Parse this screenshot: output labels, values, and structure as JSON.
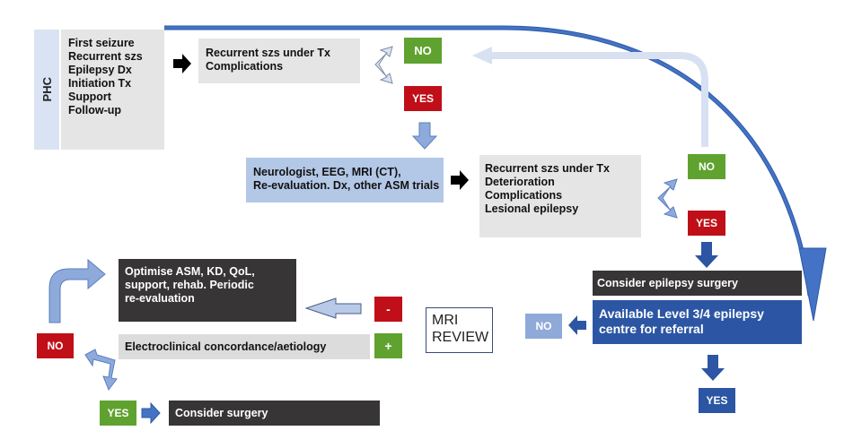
{
  "phc": {
    "label": "PHC",
    "items": [
      "First seizure",
      "Recurrent szs",
      "Epilepsy Dx",
      "Initiation Tx",
      "Support",
      "Follow-up"
    ]
  },
  "step1": {
    "lines": [
      "Recurrent szs under Tx",
      "Complications"
    ],
    "no_label": "NO",
    "yes_label": "YES"
  },
  "step2": {
    "lines": [
      "Neurologist, EEG, MRI (CT),",
      "Re-evaluation. Dx, other ASM trials"
    ]
  },
  "step3": {
    "lines": [
      "Recurrent szs under Tx",
      "Deterioration",
      "Complications",
      "Lesional epilepsy"
    ],
    "no_label": "NO",
    "yes_label": "YES"
  },
  "surgery": {
    "consider_label": "Consider epilepsy surgery",
    "centre_lines": [
      "Available Level 3/4 epilepsy",
      "centre for referral"
    ],
    "no_label": "NO",
    "yes_label": "YES"
  },
  "mri_review": {
    "lines": [
      "MRI",
      "REVIEW"
    ],
    "minus_label": "-",
    "plus_label": "+"
  },
  "optimise": {
    "lines": [
      "Optimise ASM, KD, QoL,",
      "support, rehab. Periodic",
      "re-evaluation"
    ]
  },
  "concordance": {
    "label": "Electroclinical concordance/aetiology",
    "no_label": "NO",
    "yes_label": "YES",
    "consider_surgery_label": "Consider surgery"
  },
  "colors": {
    "gray_box": "#e5e5e5",
    "dark_box": "#373535",
    "light_blue_box": "#b3c7e6",
    "navy_box": "#2c56a3",
    "green_badge": "#5fa22f",
    "red_badge": "#c00f18",
    "arrow_blue": "#4472c4",
    "arrow_light": "#dae3f3"
  }
}
